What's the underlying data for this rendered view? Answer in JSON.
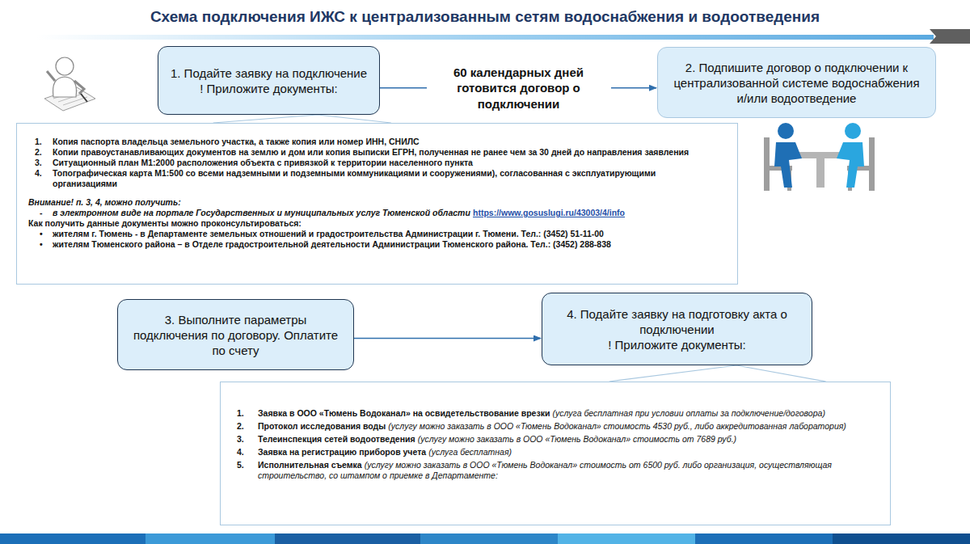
{
  "diagram": {
    "title": "Схема подключения ИЖС к централизованным сетям водоснабжения и водоотведения",
    "nodes": [
      {
        "text": [
          "1. Подайте заявку на подключение",
          "! Приложите документы:"
        ]
      },
      {
        "text": [
          "2. Подпишите договор о подключении к централизованной системе водоснабжения и/или водоотведение"
        ]
      },
      {
        "text": [
          "1.",
          "Копия паспорта владельца земельного участка, а также копия или номер ИНН, СНИЛС",
          "2.",
          "Копии правоустанавливающих документов на землю и дом или копия выписки ЕГРН, полученная не ранее чем за 30 дней до направления заявления",
          "3.",
          "Ситуационный план М1:2000 расположения объекта с привязкой к территории населенного пункта",
          "4.",
          "Топографическая карта М1:500 со всеми надземными и подземными коммуникациями и сооружениями), согласованная с эксплуатирующими организациями",
          "Внимание! п. 3, 4, можно получить:",
          "-",
          "в электронном виде на портале Государственных и муниципальных услуг Тюменской области",
          "https://www.gosuslugi.ru/43003/4/info",
          "Как получить данные документы можно проконсультироваться:",
          "•",
          "жителям г. Тюмень - в Департаменте земельных отношений и градостроительства Администрации г. Тюмени. Тел.: (3452) 51-11-00",
          "•",
          "жителям Тюменского района – в Отделе градостроительной деятельности Администрации Тюменского района. Тел.: (3452) 288-838"
        ]
      },
      {
        "text": [
          "3. Выполните параметры подключения по договору. Оплатите по счету"
        ]
      },
      {
        "text": [
          "4. Подайте заявку на подготовку акта о подключении",
          "! Приложите документы:"
        ]
      },
      {
        "text": [
          "1.",
          "Заявка в ООО «Тюмень Водоканал» на освидетельствование врезки",
          "(услуга бесплатная при условии оплаты за подключение/договора)",
          "2.",
          "Протокол исследования воды",
          "(услугу можно заказать в ООО «Тюмень Водоканал» стоимость 4530 руб., либо аккредитованная лаборатория)",
          "3.",
          "Телеинспекция сетей водоотведения",
          "(услугу можно заказать в ООО «Тюмень Водоканал» стоимость от 7689 руб.)",
          "4.",
          "Заявка на регистрацию приборов учета",
          "(услуга бесплатная)",
          "5.",
          "Исполнительная съемка",
          "(услугу можно заказать в ООО «Тюмень Водоканал» стоимость от 6500 руб. либо организация, осуществляющая строительство, со штампом о приемке в Департаменте:"
        ]
      }
    ],
    "edges": [
      {
        "from": 0,
        "to": 1,
        "arrow": "to",
        "label": "60 календарных дней готовится договор о подключении"
      },
      {
        "from": 0,
        "to": 2,
        "arrow": "none"
      },
      {
        "from": 3,
        "to": 4,
        "arrow": "to"
      },
      {
        "from": 4,
        "to": 5,
        "arrow": "none"
      }
    ]
  }
}
